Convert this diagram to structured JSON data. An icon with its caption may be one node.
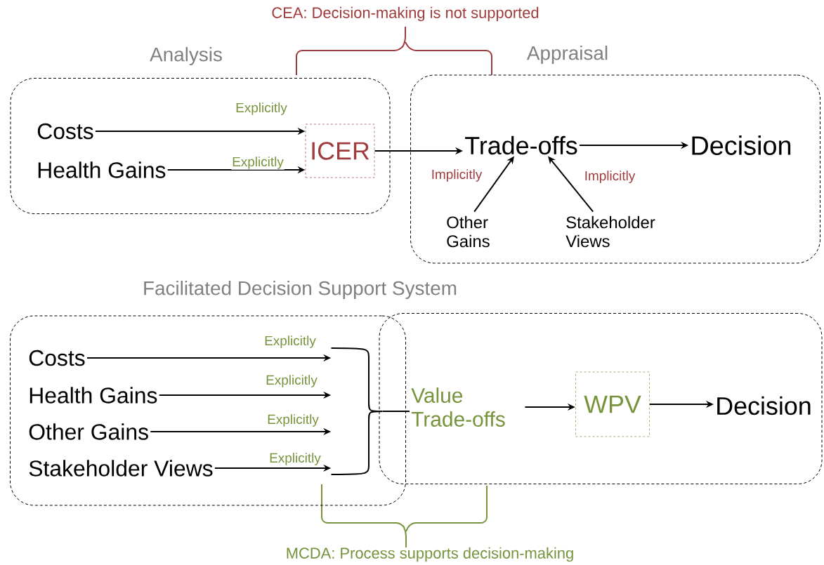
{
  "diagram": {
    "nodes": [
      {
        "text": [
          "Analysis"
        ]
      },
      {
        "text": [
          "Costs"
        ],
        "in": 0
      },
      {
        "text": [
          "Health Gains"
        ],
        "in": 0
      },
      {
        "text": [
          "ICER"
        ],
        "in": 0
      },
      {
        "text": [
          "Appraisal"
        ]
      },
      {
        "text": [
          "Trade-offs"
        ],
        "in": 4
      },
      {
        "text": [
          "Decision"
        ],
        "in": 4
      },
      {
        "text": [
          "Other Gains"
        ],
        "in": 4
      },
      {
        "text": [
          "Stakeholder Views"
        ],
        "in": 4
      },
      {
        "text": [],
        "shape": "box"
      },
      {
        "text": [
          "Costs"
        ],
        "in": 9
      },
      {
        "text": [
          "Health Gains"
        ],
        "in": 9
      },
      {
        "text": [
          "Other Gains"
        ],
        "in": 9
      },
      {
        "text": [
          "Stakeholder Views"
        ],
        "in": 9
      },
      {
        "text": [],
        "shape": "brace",
        "in": 9
      },
      {
        "text": [],
        "shape": "box"
      },
      {
        "text": [
          "Value Trade-offs"
        ],
        "in": 15
      },
      {
        "text": [
          "WPV"
        ],
        "in": 15
      },
      {
        "text": [
          "Decision"
        ],
        "in": 15
      }
    ],
    "edges": [
      {
        "from": 1,
        "to": 3,
        "arrow": "to",
        "label": "Explicitly"
      },
      {
        "from": 2,
        "to": 3,
        "arrow": "to",
        "label": "Explicitly"
      },
      {
        "from": 3,
        "to": 5,
        "arrow": "to"
      },
      {
        "from": 5,
        "to": 6,
        "arrow": "to"
      },
      {
        "from": 7,
        "to": 5,
        "arrow": "to",
        "label": "Implicitly"
      },
      {
        "from": 8,
        "to": 5,
        "arrow": "to",
        "label": "Implicitly"
      },
      {
        "from": 10,
        "to": 14,
        "arrow": "to",
        "label": "Explicitly"
      },
      {
        "from": 11,
        "to": 14,
        "arrow": "to",
        "label": "Explicitly"
      },
      {
        "from": 12,
        "to": 14,
        "arrow": "to",
        "label": "Explicitly"
      },
      {
        "from": 13,
        "to": 14,
        "arrow": "to",
        "label": "Explicitly"
      },
      {
        "from": 14,
        "to": 16,
        "arrow": "none"
      },
      {
        "from": 16,
        "to": 17,
        "arrow": "to"
      },
      {
        "from": 17,
        "to": 18,
        "arrow": "to"
      }
    ],
    "labels": [
      "CEA: Decision-making is not supported",
      "Facilitated Decision Support System",
      "MCDA: Process supports decision-making"
    ]
  }
}
